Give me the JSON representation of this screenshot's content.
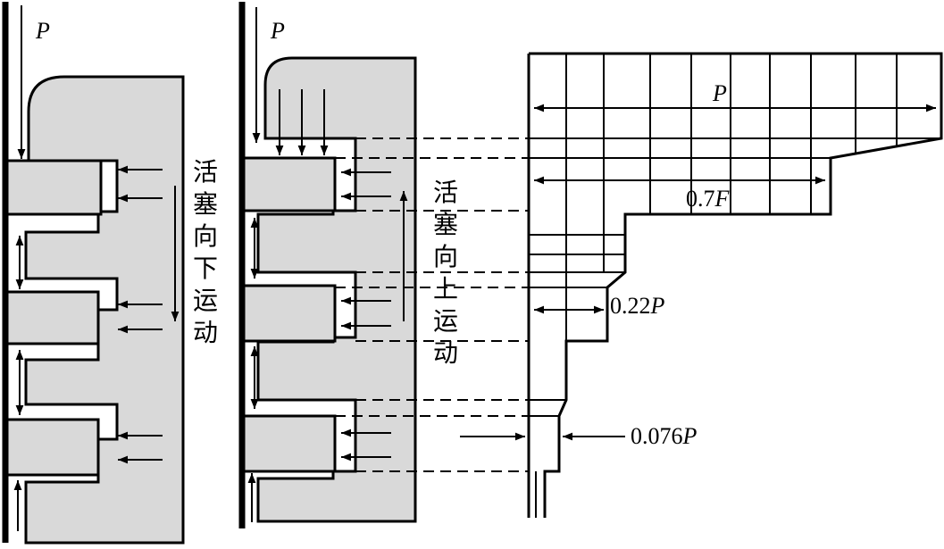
{
  "colors": {
    "fill": "#d9d9d9",
    "stroke": "#000000",
    "background": "#ffffff"
  },
  "labels": {
    "p_left": "P",
    "p_mid": "P",
    "p_chart": "P",
    "val_07_prefix": "0.7",
    "val_07_var": "F",
    "val_022_prefix": "0.22",
    "val_022_var": "P",
    "val_0076_prefix": "0.076",
    "val_0076_var": "P"
  },
  "captions": {
    "down": [
      "活",
      "塞",
      "向",
      "下",
      "运",
      "动"
    ],
    "up": [
      "活",
      "塞",
      "向",
      "上",
      "运",
      "动"
    ]
  }
}
